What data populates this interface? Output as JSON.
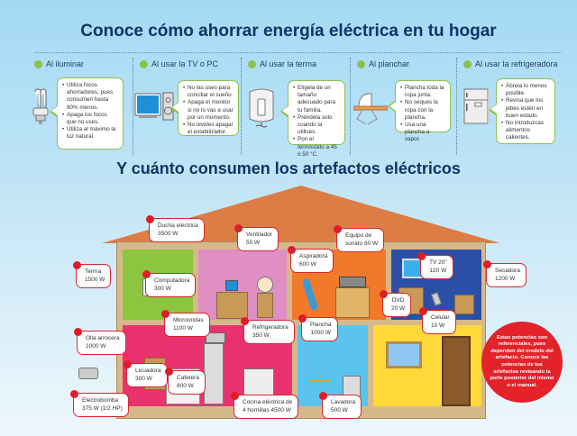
{
  "header": {
    "title": "Conoce cómo ahorrar energía eléctrica en tu hogar"
  },
  "tips": [
    {
      "heading": "Al iluminar",
      "icon": "light-bulb-icon",
      "items": [
        "Utiliza focos ahorradores, pues consumen hasta 80% menos.",
        "Apaga los focos que no uses.",
        "Utiliza al máximo la luz natural."
      ]
    },
    {
      "heading": "Al usar la TV o PC",
      "icon": "computer-monitor-icon",
      "items": [
        "No las uses para conciliar el sueño.",
        "Apaga el monitor si no lo vas a usar por un momento.",
        "No olvides apagar el estabilizador."
      ]
    },
    {
      "heading": "Al usar la terma",
      "icon": "water-heater-icon",
      "items": [
        "Elígela de un tamaño adecuado para tu familia.",
        "Préndela solo cuando la utilices.",
        "Pon el termostato a 45 ó 50 °C."
      ]
    },
    {
      "heading": "Al planchar",
      "icon": "iron-icon",
      "items": [
        "Plancha toda la ropa junta.",
        "No seques la ropa con la plancha.",
        "Usa una plancha a vapor."
      ]
    },
    {
      "heading": "Al usar la refrigeradora",
      "icon": "refrigerator-icon",
      "items": [
        "Ábrela lo menos posible.",
        "Revisa que los jebes estén en buen estado.",
        "No introduzcas alimentos calientes."
      ]
    }
  ],
  "section2": {
    "title": "Y cuánto consumen los artefactos eléctricos"
  },
  "appliances": [
    {
      "name": "Ducha eléctrica",
      "power": "3500 W"
    },
    {
      "name": "Ventilador",
      "power": "50 W"
    },
    {
      "name": "Equipo de",
      "power": "sonido 80 W"
    },
    {
      "name": "Aspiradora",
      "power": "600 W"
    },
    {
      "name": "Terma",
      "power": "1500 W"
    },
    {
      "name": "Computadora",
      "power": "300 W"
    },
    {
      "name": "TV 20\"",
      "power": "120 W"
    },
    {
      "name": "Secadora",
      "power": "1200 W"
    },
    {
      "name": "DVD",
      "power": "20 W"
    },
    {
      "name": "Celular",
      "power": "10 W"
    },
    {
      "name": "Microondas",
      "power": "1100 W"
    },
    {
      "name": "Refrigeradora",
      "power": "350 W"
    },
    {
      "name": "Plancha",
      "power": "1000 W"
    },
    {
      "name": "Olla arrocera",
      "power": "1000 W"
    },
    {
      "name": "Licuadora",
      "power": "300 W"
    },
    {
      "name": "Cafetera",
      "power": "800 W"
    },
    {
      "name": "Electrobomba",
      "power": "375 W (1/2 HP)"
    },
    {
      "name": "Cocina eléctrica de",
      "power": "4 hornillas 4500 W"
    },
    {
      "name": "Lavadora",
      "power": "500 W"
    }
  ],
  "note": {
    "text": "Estas potencias son referenciales, pues dependen del modelo del artefacto. Conoce las potencias de tus artefactos revisando la parte posterior del mismo o el manual."
  },
  "colors": {
    "title": "#0d3566",
    "tip_accent": "#8bc34a",
    "label_border": "#d6262f",
    "note_bg": "#e3222a",
    "roof": "#dc7d45",
    "room_green": "#8cc63f",
    "room_pink": "#e08fc4",
    "room_orange": "#f07a2a",
    "room_blue": "#2b4fa8",
    "room_magenta": "#e8336e",
    "room_lightblue": "#5cc3ee",
    "room_yellow": "#ffd93a"
  }
}
